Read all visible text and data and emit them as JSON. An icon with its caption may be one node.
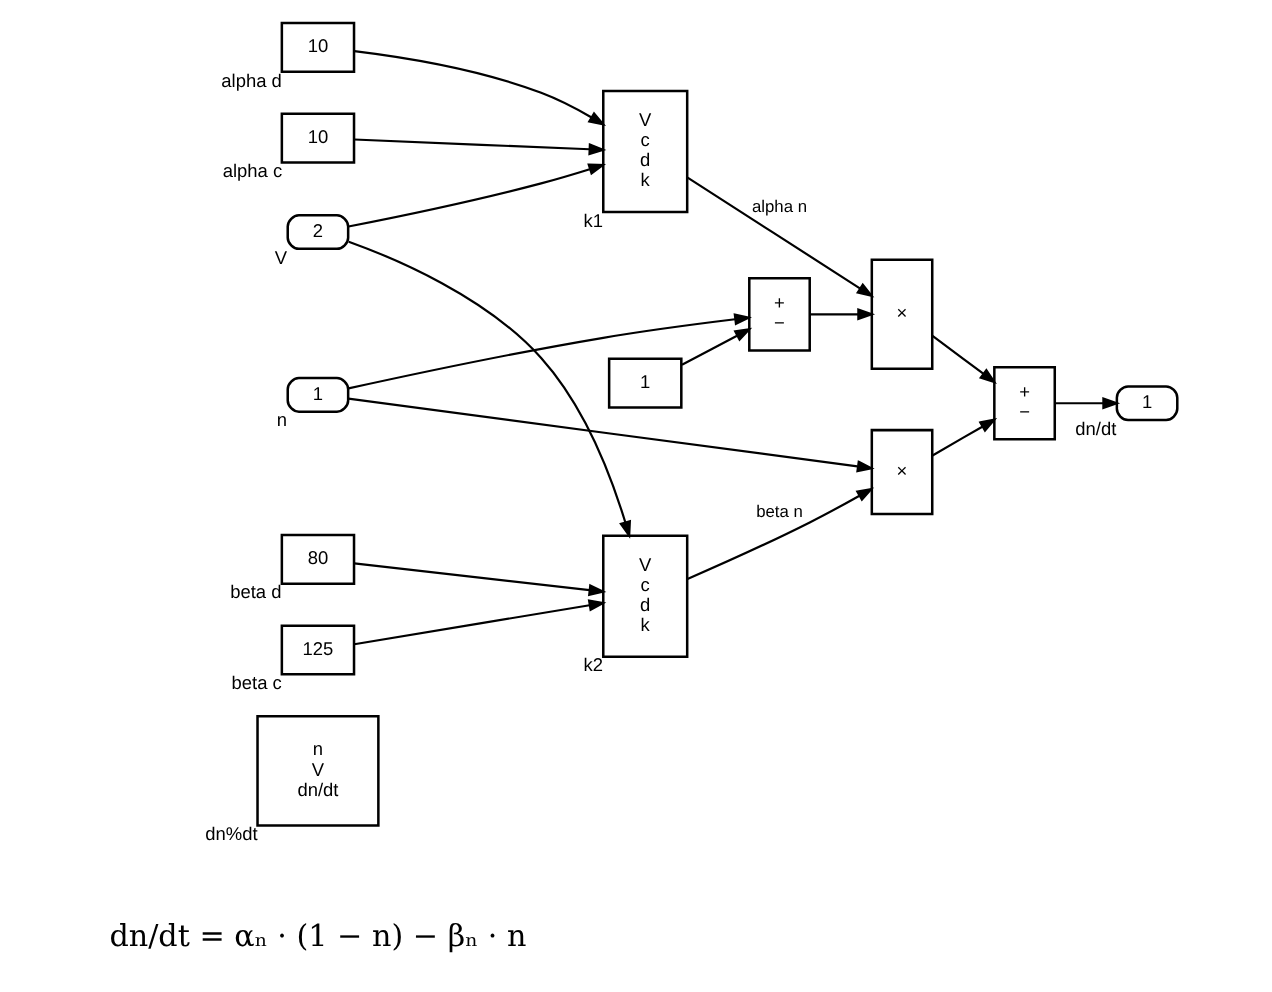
{
  "diagram": {
    "nodes": [
      {
        "text": [
          "n",
          "V",
          "dn/dt"
        ],
        "beside": [
          "dn%dt"
        ]
      },
      {
        "text": [
          "2"
        ],
        "beside": [
          "V"
        ]
      },
      {
        "text": [
          "10"
        ],
        "beside": [
          "alpha c"
        ]
      },
      {
        "text": [
          "10"
        ],
        "beside": [
          "alpha d"
        ]
      },
      {
        "text": [
          "V",
          "c",
          "d",
          "k"
        ],
        "beside": [
          "k1"
        ]
      },
      {
        "text": [
          "1"
        ]
      },
      {
        "text": [
          "1"
        ],
        "beside": [
          "n"
        ]
      },
      {
        "text": [
          "+",
          "−"
        ]
      },
      {
        "text": [
          "×"
        ]
      },
      {
        "text": [
          "V",
          "c",
          "d",
          "k"
        ],
        "beside": [
          "k2"
        ]
      },
      {
        "text": [
          "125"
        ],
        "beside": [
          "beta c"
        ]
      },
      {
        "text": [
          "80"
        ],
        "beside": [
          "beta d"
        ]
      },
      {
        "text": [
          "×"
        ]
      },
      {
        "text": [
          "+",
          "−"
        ]
      },
      {
        "text": [
          "1"
        ],
        "beside": [
          "dn/dt"
        ]
      }
    ],
    "edges": [
      {
        "from": 1,
        "to": 4,
        "arrow": "to"
      },
      {
        "from": 1,
        "to": 9,
        "arrow": "to"
      },
      {
        "from": 2,
        "to": 4,
        "arrow": "to"
      },
      {
        "from": 3,
        "to": 4,
        "arrow": "to"
      },
      {
        "from": 4,
        "to": 8,
        "arrow": "to",
        "label": "alpha n"
      },
      {
        "from": 5,
        "to": 7,
        "arrow": "to"
      },
      {
        "from": 6,
        "to": 7,
        "arrow": "to"
      },
      {
        "from": 6,
        "to": 12,
        "arrow": "to"
      },
      {
        "from": 7,
        "to": 8,
        "arrow": "to"
      },
      {
        "from": 9,
        "to": 12,
        "arrow": "to",
        "label": "beta n"
      },
      {
        "from": 10,
        "to": 9,
        "arrow": "to"
      },
      {
        "from": 11,
        "to": 9,
        "arrow": "to"
      },
      {
        "from": 8,
        "to": 13,
        "arrow": "to"
      },
      {
        "from": 12,
        "to": 13,
        "arrow": "to"
      },
      {
        "from": 13,
        "to": 14,
        "arrow": "to"
      }
    ],
    "labels": [
      "dn/dt = αₙ · (1 − n) − βₙ · n"
    ]
  }
}
